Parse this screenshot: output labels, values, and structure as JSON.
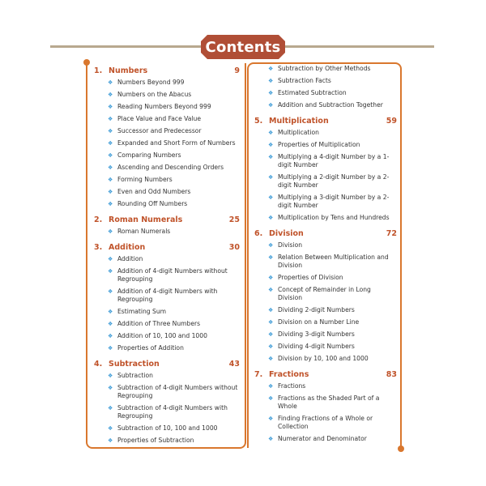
{
  "header": {
    "title": "Contents"
  },
  "colors": {
    "accent": "#d9772e",
    "title_bg": "#b04e36",
    "chapter_text": "#c0532a",
    "bullet": "#3b9ad6",
    "rule": "#b8a88f"
  },
  "bullet_icon": "❖",
  "left_column": {
    "chapters": [
      {
        "number": "1.",
        "title": "Numbers",
        "page": "9",
        "topics": [
          "Numbers Beyond 999",
          "Numbers on the Abacus",
          "Reading Numbers Beyond 999",
          "Place Value and Face Value",
          "Successor and Predecessor",
          "Expanded and Short Form of Numbers",
          "Comparing Numbers",
          "Ascending and Descending Orders",
          "Forming Numbers",
          "Even and Odd Numbers",
          "Rounding Off Numbers"
        ]
      },
      {
        "number": "2.",
        "title": "Roman Numerals",
        "page": "25",
        "topics": [
          "Roman Numerals"
        ]
      },
      {
        "number": "3.",
        "title": "Addition",
        "page": "30",
        "topics": [
          "Addition",
          "Addition of 4-digit Numbers without Regrouping",
          "Addition of 4-digit Numbers with Regrouping",
          "Estimating Sum",
          "Addition of Three Numbers",
          "Addition of 10, 100 and 1000",
          "Properties of Addition"
        ]
      },
      {
        "number": "4.",
        "title": "Subtraction",
        "page": "43",
        "topics": [
          "Subtraction",
          "Subtraction of 4-digit Numbers without Regrouping",
          "Subtraction of 4-digit Numbers with Regrouping",
          "Subtraction of 10, 100 and 1000",
          "Properties of Subtraction"
        ]
      }
    ]
  },
  "right_column": {
    "continued_topics": [
      "Subtraction by Other Methods",
      "Subtraction Facts",
      "Estimated Subtraction",
      "Addition and Subtraction Together"
    ],
    "chapters": [
      {
        "number": "5.",
        "title": "Multiplication",
        "page": "59",
        "topics": [
          "Multiplication",
          "Properties of Multiplication",
          "Multiplying a 4-digit Number by a 1-digit Number",
          "Multiplying a 2-digit Number by a 2-digit Number",
          "Multiplying a 3-digit Number by a 2-digit Number",
          "Multiplication by Tens and Hundreds"
        ]
      },
      {
        "number": "6.",
        "title": "Division",
        "page": "72",
        "topics": [
          "Division",
          "Relation Between Multiplication and Division",
          "Properties of Division",
          "Concept of Remainder in Long Division",
          "Dividing 2-digit Numbers",
          "Division on a Number Line",
          "Dividing 3-digit Numbers",
          "Dividing 4-digit Numbers",
          "Division by 10, 100 and 1000"
        ]
      },
      {
        "number": "7.",
        "title": "Fractions",
        "page": "83",
        "topics": [
          "Fractions",
          "Fractions as the Shaded Part of a Whole",
          "Finding Fractions of a Whole or Collection",
          "Numerator and Denominator"
        ]
      }
    ]
  }
}
